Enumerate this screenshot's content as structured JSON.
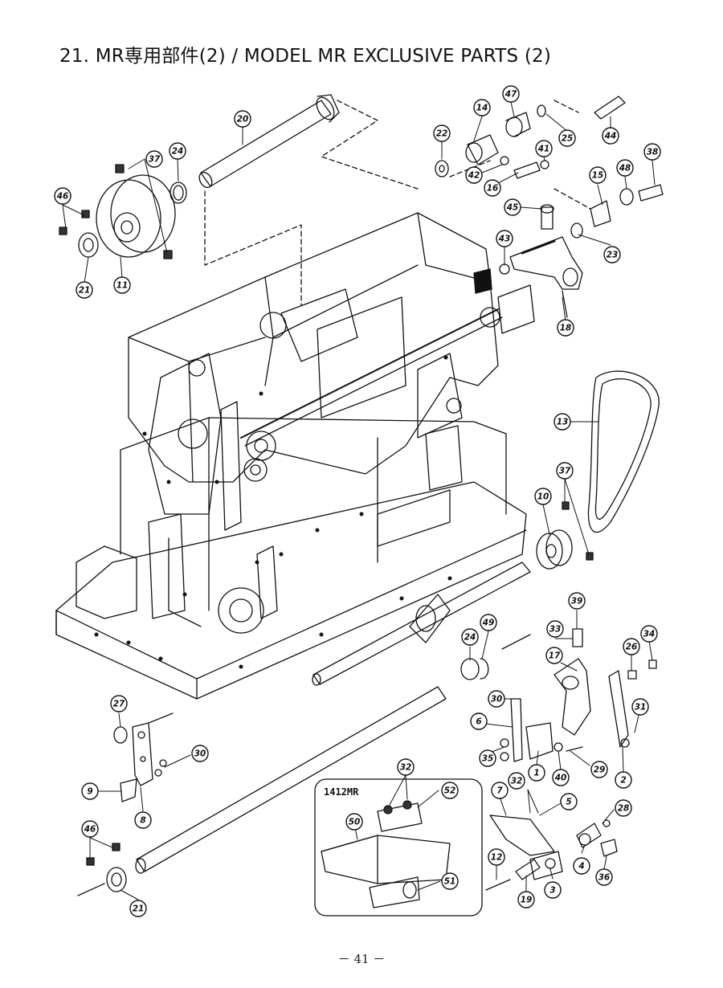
{
  "title": "21. MR専用部件(2) / MODEL MR EXCLUSIVE PARTS (2)",
  "page_number": "－ 41 －",
  "inset_label": "1412MR",
  "callouts": [
    {
      "id": "c20",
      "label": "20"
    },
    {
      "id": "c37a",
      "label": "37"
    },
    {
      "id": "c24a",
      "label": "24"
    },
    {
      "id": "c46a",
      "label": "46"
    },
    {
      "id": "c21a",
      "label": "21"
    },
    {
      "id": "c11",
      "label": "11"
    },
    {
      "id": "c22",
      "label": "22"
    },
    {
      "id": "c14",
      "label": "14"
    },
    {
      "id": "c47",
      "label": "47"
    },
    {
      "id": "c25",
      "label": "25"
    },
    {
      "id": "c44",
      "label": "44"
    },
    {
      "id": "c41",
      "label": "41"
    },
    {
      "id": "c38",
      "label": "38"
    },
    {
      "id": "c42",
      "label": "42"
    },
    {
      "id": "c16",
      "label": "16"
    },
    {
      "id": "c15",
      "label": "15"
    },
    {
      "id": "c48",
      "label": "48"
    },
    {
      "id": "c45",
      "label": "45"
    },
    {
      "id": "c23",
      "label": "23"
    },
    {
      "id": "c43",
      "label": "43"
    },
    {
      "id": "c18",
      "label": "18"
    },
    {
      "id": "c13",
      "label": "13"
    },
    {
      "id": "c37b",
      "label": "37"
    },
    {
      "id": "c10",
      "label": "10"
    },
    {
      "id": "c39",
      "label": "39"
    },
    {
      "id": "c24b",
      "label": "24"
    },
    {
      "id": "c49",
      "label": "49"
    },
    {
      "id": "c33",
      "label": "33"
    },
    {
      "id": "c34",
      "label": "34"
    },
    {
      "id": "c26",
      "label": "26"
    },
    {
      "id": "c17",
      "label": "17"
    },
    {
      "id": "c30a",
      "label": "30"
    },
    {
      "id": "c31",
      "label": "31"
    },
    {
      "id": "c6",
      "label": "6"
    },
    {
      "id": "c35",
      "label": "35"
    },
    {
      "id": "c1",
      "label": "1"
    },
    {
      "id": "c40",
      "label": "40"
    },
    {
      "id": "c29",
      "label": "29"
    },
    {
      "id": "c2",
      "label": "2"
    },
    {
      "id": "c27",
      "label": "27"
    },
    {
      "id": "c30b",
      "label": "30"
    },
    {
      "id": "c9",
      "label": "9"
    },
    {
      "id": "c8",
      "label": "8"
    },
    {
      "id": "c32a",
      "label": "32"
    },
    {
      "id": "c52",
      "label": "52"
    },
    {
      "id": "c50",
      "label": "50"
    },
    {
      "id": "c51",
      "label": "51"
    },
    {
      "id": "c7",
      "label": "7"
    },
    {
      "id": "c32b",
      "label": "32"
    },
    {
      "id": "c5",
      "label": "5"
    },
    {
      "id": "c28",
      "label": "28"
    },
    {
      "id": "c12",
      "label": "12"
    },
    {
      "id": "c4",
      "label": "4"
    },
    {
      "id": "c36",
      "label": "36"
    },
    {
      "id": "c3",
      "label": "3"
    },
    {
      "id": "c19",
      "label": "19"
    },
    {
      "id": "c46b",
      "label": "46"
    },
    {
      "id": "c21b",
      "label": "21"
    }
  ]
}
